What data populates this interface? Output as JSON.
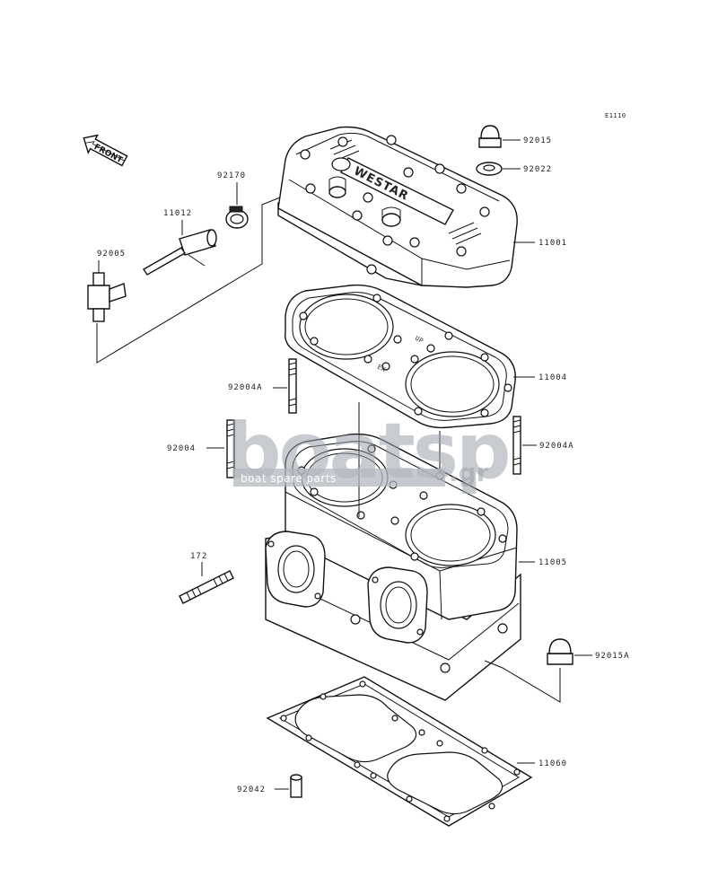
{
  "diagram": {
    "drawing_code": "E1110",
    "front_label": "FRONT",
    "head_emblem": "WESTAR",
    "gasket_marks": {
      "up": "UP",
      "ex": "EX"
    }
  },
  "parts": [
    {
      "id": "11001",
      "label": "11001"
    },
    {
      "id": "11004",
      "label": "11004"
    },
    {
      "id": "11005",
      "label": "11005"
    },
    {
      "id": "11060",
      "label": "11060"
    },
    {
      "id": "11012",
      "label": "11012"
    },
    {
      "id": "92170",
      "label": "92170"
    },
    {
      "id": "92005",
      "label": "92005"
    },
    {
      "id": "92015",
      "label": "92015"
    },
    {
      "id": "92022",
      "label": "92022"
    },
    {
      "id": "92004A_left",
      "label": "92004A"
    },
    {
      "id": "92004A_right",
      "label": "92004A"
    },
    {
      "id": "92004",
      "label": "92004"
    },
    {
      "id": "172",
      "label": "172"
    },
    {
      "id": "92015A",
      "label": "92015A"
    },
    {
      "id": "92042",
      "label": "92042"
    }
  ],
  "watermark": {
    "brand": "boatsp",
    "tld": ".gr",
    "tagline": "boat spare parts"
  }
}
